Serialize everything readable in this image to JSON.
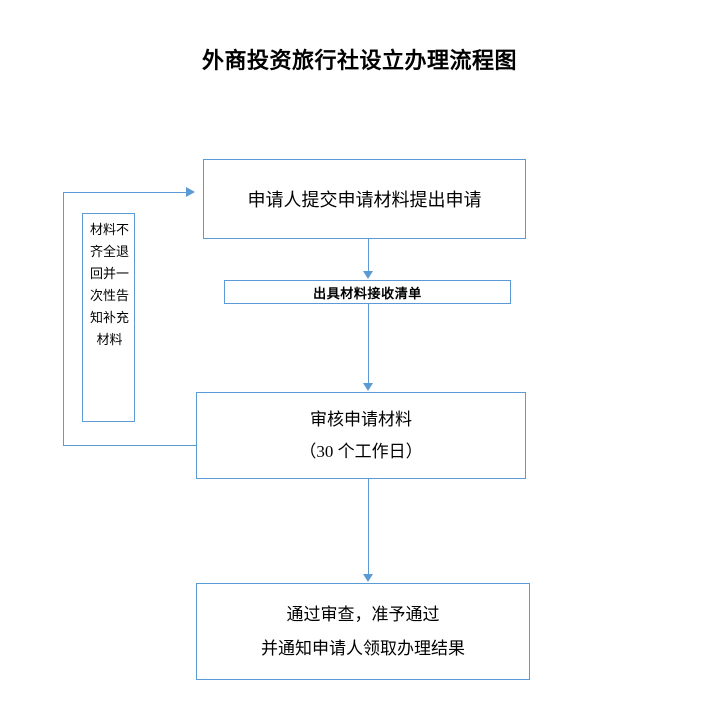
{
  "title": "外商投资旅行社设立办理流程图",
  "theme": {
    "border_color": "#5B9BD5",
    "connector_color": "#5B9BD5",
    "background": "#FFFFFF",
    "text_color": "#000000"
  },
  "nodes": {
    "apply": {
      "label": "申请人提交申请材料提出申请"
    },
    "receipt": {
      "label": "出具材料接收清单"
    },
    "review": {
      "line1": "审核申请材料",
      "line2": "（30 个工作日）"
    },
    "result": {
      "line1": "通过审查，准予通过",
      "line2": "并通知申请人领取办理结果"
    },
    "return_note": {
      "label": "材料不齐全退回并一次性告知补充材料"
    }
  },
  "connectors": {
    "apply_to_receipt": "arrow-down-icon",
    "receipt_to_review": "arrow-down-icon",
    "review_to_result": "arrow-down-icon",
    "review_back_to_apply": "arrow-right-icon"
  }
}
